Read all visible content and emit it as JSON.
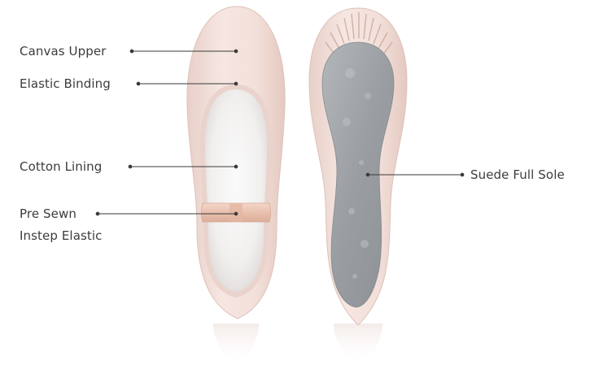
{
  "labels": {
    "canvas_upper": "Canvas Upper",
    "elastic_binding": "Elastic Binding",
    "cotton_lining": "Cotton Lining",
    "pre_sewn_line1": "Pre Sewn",
    "pre_sewn_line2": "Instep Elastic",
    "suede_full_sole": "Suede Full Sole"
  },
  "colors": {
    "canvas": "#f0dcd6",
    "lining": "#f3f1f0",
    "elastic": "#ecc8b8",
    "suede": "#9fa3a6",
    "leader_line": "#3a3a3a",
    "text": "#3c3c3c"
  }
}
